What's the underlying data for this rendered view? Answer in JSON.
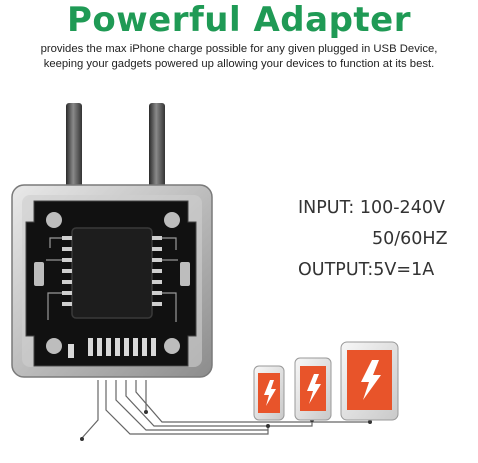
{
  "header": {
    "title": "Powerful Adapter",
    "subtitle_line1": "provides the max iPhone charge possible for any given plugged in USB Device,",
    "subtitle_line2": "keeping your gadgets powered up allowing your devices to function at its best."
  },
  "specs": {
    "input": "INPUT: 100-240V",
    "frequency": "50/60HZ",
    "output": "OUTPUT:5V=1A"
  },
  "colors": {
    "title_green": "#1f9a55",
    "device_orange": "#e8542a"
  },
  "icons": [
    "lightning-bolt-icon"
  ]
}
